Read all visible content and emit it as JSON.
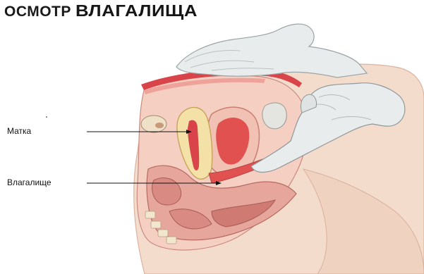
{
  "title": {
    "part1": "ОСМОТР",
    "part2": "ВЛАГАЛИЩА"
  },
  "labels": {
    "uterus": "Матка",
    "vagina": "Влагалище"
  },
  "colors": {
    "title": "#1a1a1a",
    "skin": "#f4dccd",
    "skin_shadow": "#e6c2ad",
    "glove": "#e9ecec",
    "glove_shadow": "#b9c1c3",
    "tissue_red": "#d9444a",
    "tissue_pink": "#eeb3a8",
    "bladder": "#f1c2b4",
    "uterus": "#f3e1a8",
    "intestine": "#e6a69c",
    "outline": "#b35a55"
  }
}
